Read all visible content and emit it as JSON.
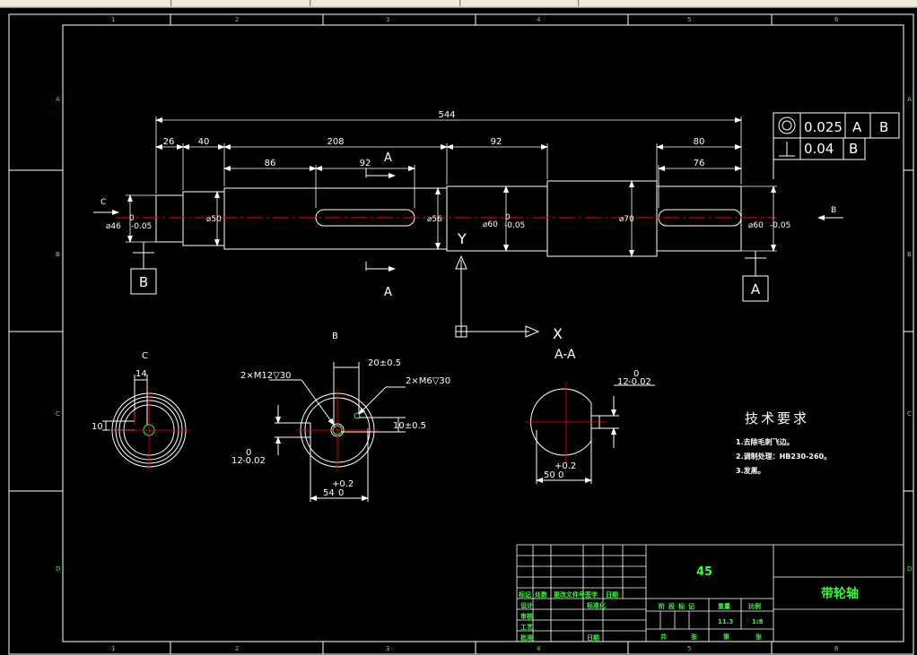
{
  "toolbar_fragment": "",
  "border_numbers": {
    "top": [
      "1",
      "2",
      "3",
      "4",
      "5",
      "6"
    ],
    "bottom": [
      "1",
      "2",
      "3",
      "4",
      "5",
      "6"
    ],
    "left": [
      "A",
      "B",
      "C",
      "D"
    ],
    "right": [
      "A",
      "B",
      "C",
      "D"
    ]
  },
  "dims": {
    "total": "544",
    "d26": "26",
    "d40": "40",
    "d208": "208",
    "d86": "86",
    "d92a": "92",
    "d92b": "92",
    "d80": "80",
    "d76": "76",
    "dia46": "⌀46",
    "tol_46_up": "0",
    "tol_46_lo": "-0.05",
    "dia50": "⌀50",
    "dia56": "⌀56",
    "dia60a": "⌀60",
    "tol_60a_up": "0",
    "tol_60a_lo": "-0.05",
    "dia70": "⌀70",
    "dia60b": "⌀60",
    "tol_60b_lo": "-0.05"
  },
  "labels": {
    "section_A_top": "A",
    "section_A_bottom": "A",
    "view_C": "C",
    "view_B": "B",
    "datum_B": "B",
    "datum_A": "A",
    "axis_y": "Y",
    "axis_x": "X",
    "view_B_title": "B",
    "view_C_title": "C",
    "view_AA_title": "A-A"
  },
  "tolerance_frame": {
    "row1": [
      "0.025",
      "A",
      "B"
    ],
    "row2": [
      "0.04",
      "B"
    ]
  },
  "section_views": {
    "c_14": "14",
    "c_10": "10",
    "b_m12": "2×M12▽30",
    "b_m6": "2×M6▽30",
    "b_20": "20±0.5",
    "b_10": "10±0.5",
    "b_12": "12",
    "b_12_up": "0",
    "b_12_lo": "-0.02",
    "b_54": "54",
    "b_54_up": "+0.2",
    "b_54_lo": "0",
    "aa_12": "12",
    "aa_12_up": "0",
    "aa_12_lo": "-0.02",
    "aa_50": "50",
    "aa_50_up": "+0.2",
    "aa_50_lo": "0"
  },
  "tech_req": {
    "title": "技术要求",
    "items": [
      "1.去除毛刺飞边。",
      "2.调制处理：HB230-260。",
      "3.发黑。"
    ]
  },
  "title_block": {
    "material": "45",
    "part_name": "带轮轴",
    "col_headers": [
      "标记",
      "处数",
      "更改文件号",
      "签字",
      "日期"
    ],
    "rows": [
      "设计",
      "审核",
      "工艺",
      "批准"
    ],
    "standard": "标准化",
    "date2": "日期",
    "stage_label": "阶段标记",
    "weight_label": "重量",
    "scale_label": "比例",
    "weight": "11.3",
    "scale": "1:8",
    "sheet_total": "共",
    "sheet_no": "张",
    "sheet_of": "第",
    "sheet_end": "张"
  },
  "colors": {
    "line": "#ffffff",
    "center": "#ff0000",
    "text_green": "#33ff33",
    "background": "#000000"
  }
}
